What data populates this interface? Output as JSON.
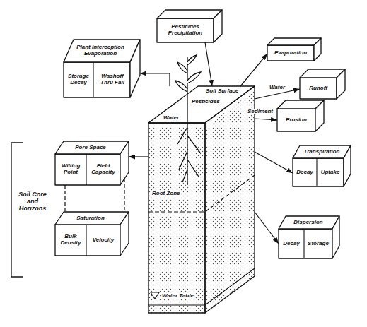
{
  "diagram": {
    "nodes": [
      {
        "text": [
          "Pesticides Precipitation"
        ]
      },
      {
        "text": [
          "Plant Interception Evaporation",
          "Storage Decay",
          "Washoff Thru Fall"
        ]
      },
      {
        "text": [
          "Evaporation"
        ]
      },
      {
        "text": [
          "Soil Surface",
          "Water",
          "Pesticides",
          "Root Zone",
          "Water Table"
        ]
      },
      {
        "text": [
          "Runoff"
        ]
      },
      {
        "text": [
          "Erosion"
        ]
      },
      {
        "text": [
          "Pore Space",
          "Wilting Point",
          "Field Capacity"
        ]
      },
      {
        "text": [
          "Saturation",
          "Bulk Density",
          "Velocity"
        ]
      },
      {
        "text": [
          "Transpiration",
          "Decay",
          "Uptake"
        ]
      },
      {
        "text": [
          "Dispersion",
          "Decay",
          "Storage"
        ]
      }
    ],
    "edges": [
      {
        "from": 0,
        "to": 3,
        "arrow": "to"
      },
      {
        "from": 3,
        "to": 1,
        "arrow": "to"
      },
      {
        "from": 3,
        "to": 2,
        "arrow": "to"
      },
      {
        "from": 3,
        "to": 4,
        "arrow": "to",
        "label": "Water"
      },
      {
        "from": 3,
        "to": 5,
        "arrow": "to",
        "label": "Sediment"
      },
      {
        "from": 3,
        "to": 6,
        "arrow": "to"
      },
      {
        "from": 3,
        "to": 8,
        "arrow": "to"
      },
      {
        "from": 3,
        "to": 9,
        "arrow": "to"
      },
      {
        "from": 6,
        "to": 7,
        "arrow": "none"
      }
    ],
    "labels": [
      "Soil Core and Horizons"
    ]
  }
}
